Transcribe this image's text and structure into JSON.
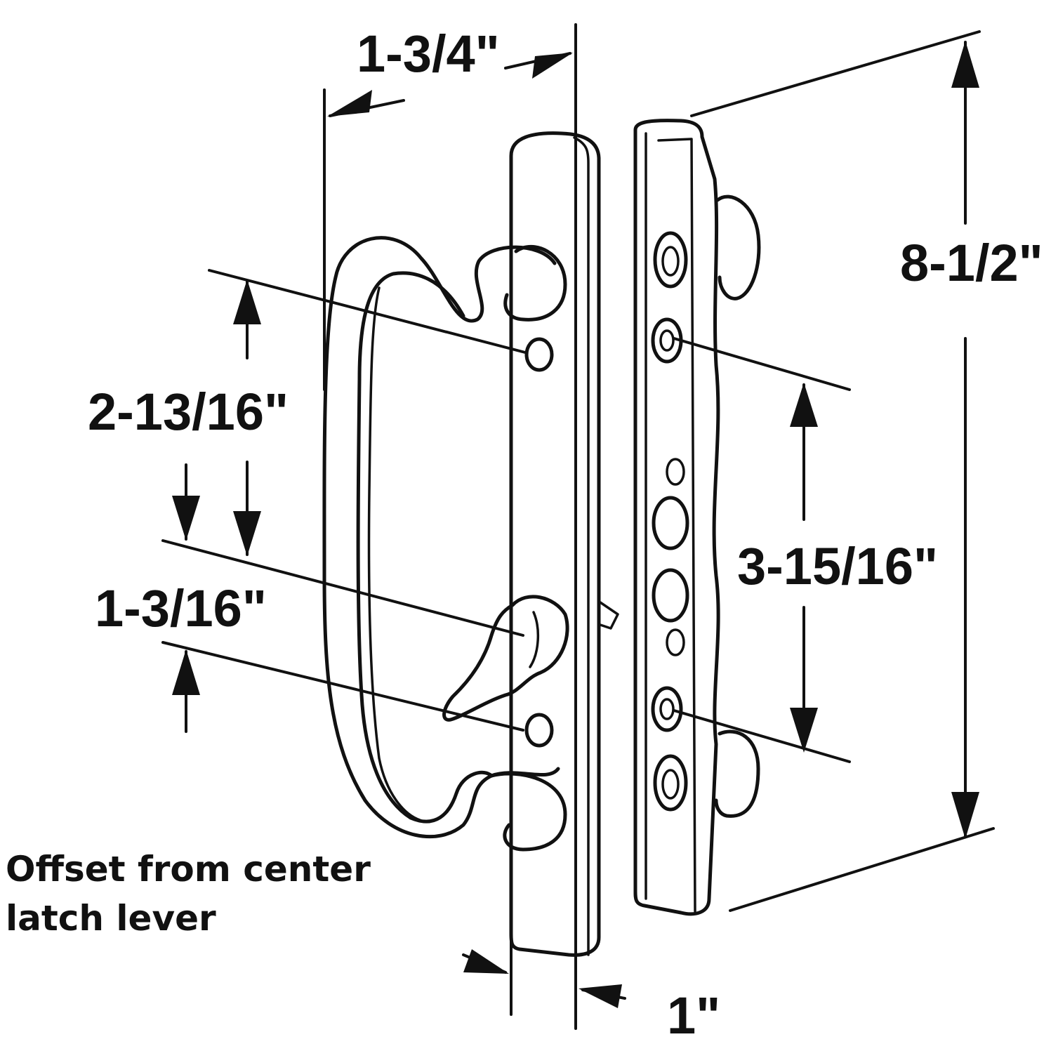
{
  "dimensions": {
    "handle_depth": "1-3/4\"",
    "overall_height": "8-1/2\"",
    "hole_to_lever_spacing": "2-13/16\"",
    "lever_offset": "1-3/16\"",
    "mounting_hole_spacing": "3-15/16\"",
    "base_width": "1\""
  },
  "note": {
    "line1": "Offset from center",
    "line2": "latch lever"
  },
  "colors": {
    "ink": "#111111",
    "background": "#ffffff"
  }
}
